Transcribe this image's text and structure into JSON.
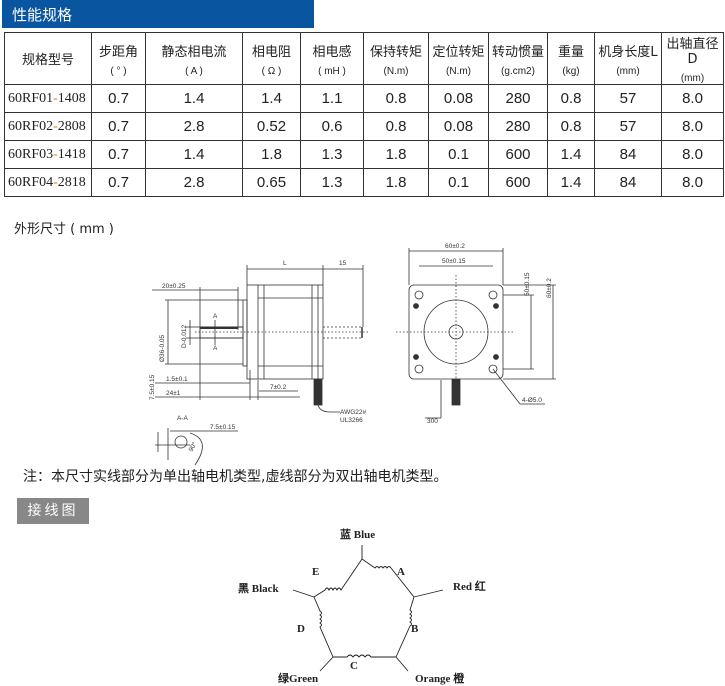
{
  "section_title": "性能规格",
  "table": {
    "headers": [
      {
        "label": "规格型号",
        "unit": ""
      },
      {
        "label": "步距角",
        "unit": "( ° )"
      },
      {
        "label": "静态相电流",
        "unit": "( A )"
      },
      {
        "label": "相电阻",
        "unit": "( Ω )"
      },
      {
        "label": "相电感",
        "unit": "( mH )"
      },
      {
        "label": "保持转矩",
        "unit": "(N.m)"
      },
      {
        "label": "定位转矩",
        "unit": "(N.m)"
      },
      {
        "label": "转动惯量",
        "unit": "(g.cm2)"
      },
      {
        "label": "重量",
        "unit": "(kg)"
      },
      {
        "label": "机身长度L",
        "unit": "(mm)"
      },
      {
        "label": "出轴直径D",
        "unit": "(mm)"
      }
    ],
    "rows": [
      {
        "prefix": "60RF01",
        "dash": "-",
        "suffix": "1408",
        "cells": [
          "0.7",
          "1.4",
          "1.4",
          "1.1",
          "0.8",
          "0.08",
          "280",
          "0.8",
          "57",
          "8.0"
        ]
      },
      {
        "prefix": "60RF02",
        "dash": "-",
        "suffix": "2808",
        "cells": [
          "0.7",
          "2.8",
          "0.52",
          "0.6",
          "0.8",
          "0.08",
          "280",
          "0.8",
          "57",
          "8.0"
        ]
      },
      {
        "prefix": "60RF03",
        "dash": "-",
        "suffix": "1418",
        "cells": [
          "0.7",
          "1.4",
          "1.8",
          "1.3",
          "1.8",
          "0.1",
          "600",
          "1.4",
          "84",
          "8.0"
        ]
      },
      {
        "prefix": "60RF04",
        "dash": "-",
        "suffix": "2818",
        "cells": [
          "0.7",
          "2.8",
          "0.65",
          "1.3",
          "1.8",
          "0.1",
          "600",
          "1.4",
          "84",
          "8.0"
        ]
      }
    ]
  },
  "dimensions_title": "外形尺寸 ( mm )",
  "drawing": {
    "L": "L",
    "d15": "15",
    "d20": "20±0.25",
    "d36": "Ø36-0.05",
    "dD": "D-0.012",
    "A": "A",
    "d15b": "1.5±0.1",
    "d75": "7.5±0.15",
    "d24": "24±1",
    "d7": "7±0.2",
    "awg": "AWG22#",
    "ul": "UL3266",
    "aa": "A-A",
    "d75b": "7.5±0.15",
    "deg": "90°",
    "d60": "60±0.2",
    "d50": "50±0.15",
    "d50v": "50±0.15",
    "d60v": "60±0.2",
    "holes": "4-Ø5.0",
    "d300": "300"
  },
  "note": "注：本尺寸实线部分为单出轴电机类型,虚线部分为双出轴电机类型。",
  "wiring_title": "接线图",
  "wiring": {
    "blue": "蓝 Blue",
    "red": "Red 红",
    "orange": "Orange 橙",
    "green": "绿Green",
    "black": "黑 Black",
    "A": "A",
    "B": "B",
    "C": "C",
    "D": "D",
    "E": "E"
  }
}
